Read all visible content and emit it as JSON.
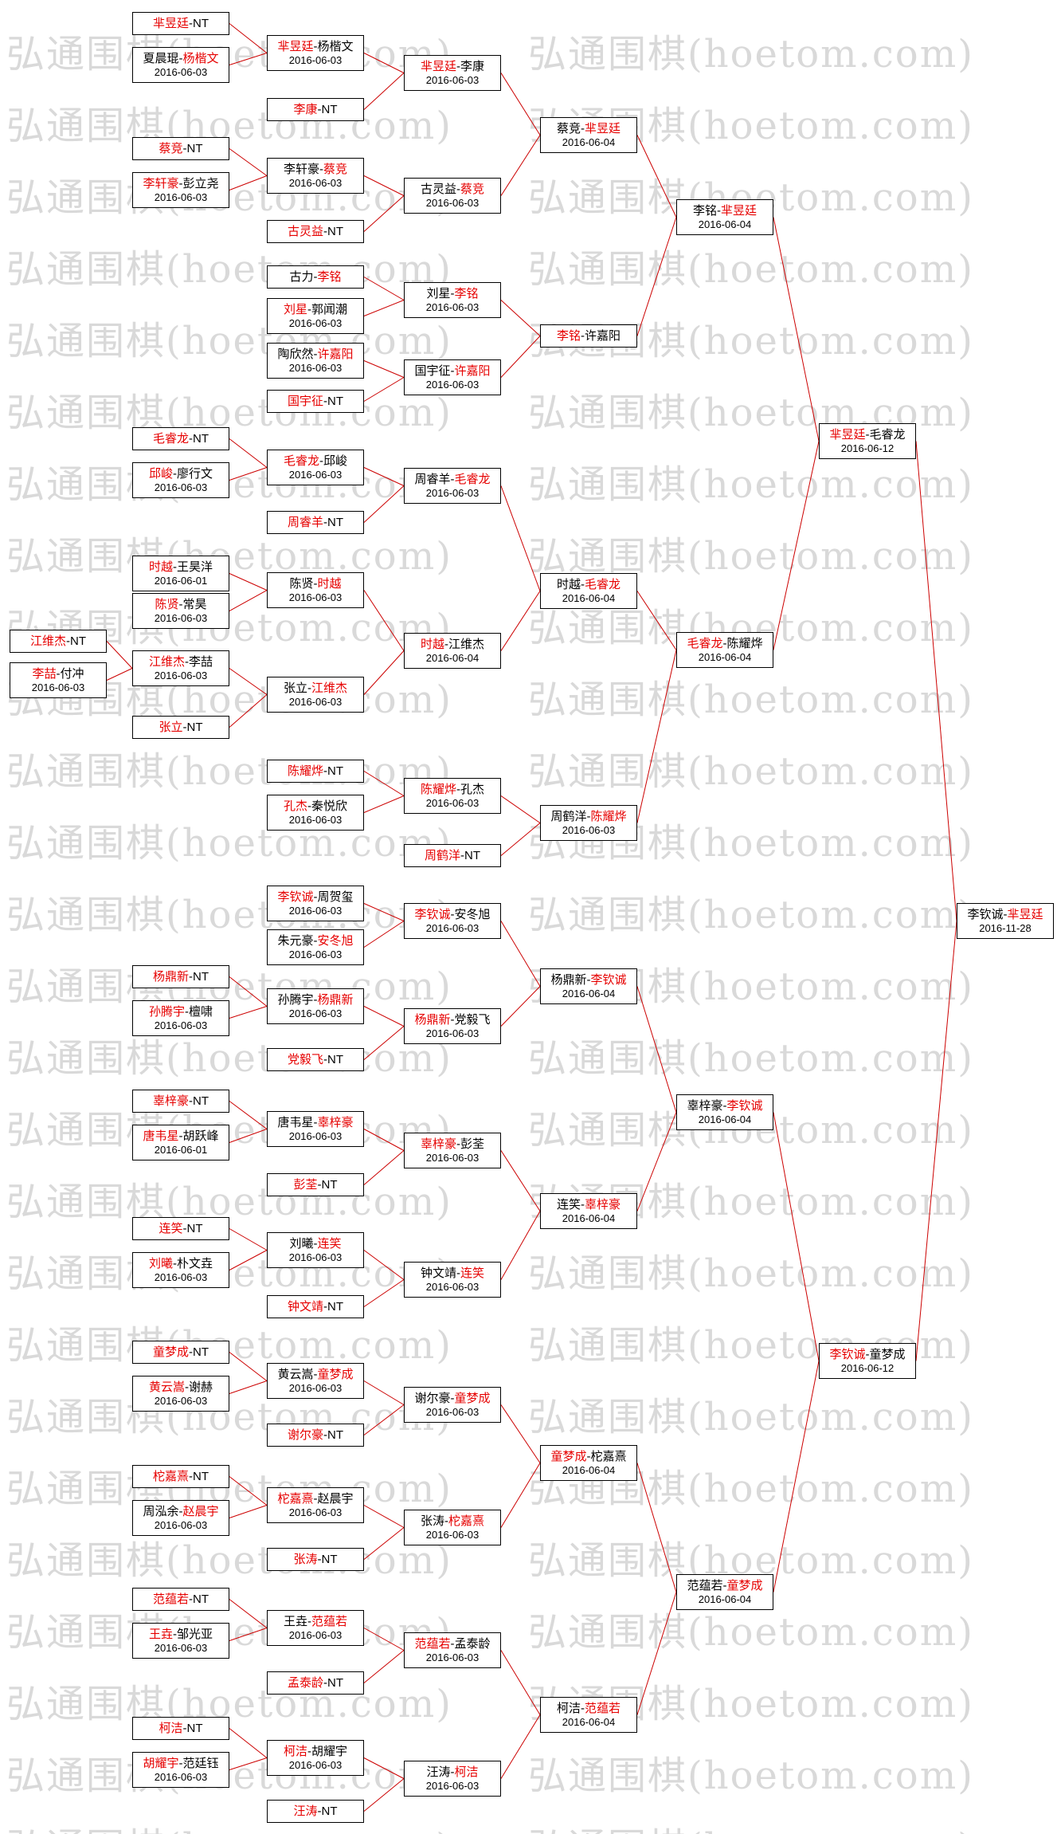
{
  "watermark": {
    "text": "弘通围棋(hoetom.com)"
  },
  "colors": {
    "winner_name": "#e60000",
    "loser_name": "#000000",
    "connector_line": "#cc0000",
    "box_border": "#000000",
    "watermark": "#d9d9d9",
    "background": "#ffffff"
  },
  "bracket": {
    "name_separator": "-",
    "bye_label": "NT",
    "matches": [
      {
        "id": "a1",
        "p1": "江维杰",
        "p2": "NT",
        "date": "",
        "winner": 1
      },
      {
        "id": "a2",
        "p1": "李喆",
        "p2": "付冲",
        "date": "2016-06-03",
        "winner": 1
      },
      {
        "id": "b1",
        "p1": "芈昱廷",
        "p2": "NT",
        "date": "",
        "winner": 1
      },
      {
        "id": "b2",
        "p1": "夏晨琨",
        "p2": "杨楷文",
        "date": "2016-06-03",
        "winner": 2
      },
      {
        "id": "b3",
        "p1": "蔡竞",
        "p2": "NT",
        "date": "",
        "winner": 1
      },
      {
        "id": "b4",
        "p1": "李轩豪",
        "p2": "彭立尧",
        "date": "2016-06-03",
        "winner": 1
      },
      {
        "id": "b5",
        "p1": "毛睿龙",
        "p2": "NT",
        "date": "",
        "winner": 1
      },
      {
        "id": "b6",
        "p1": "邱峻",
        "p2": "廖行文",
        "date": "2016-06-03",
        "winner": 1
      },
      {
        "id": "b7",
        "p1": "时越",
        "p2": "王昊洋",
        "date": "2016-06-01",
        "winner": 1
      },
      {
        "id": "b8",
        "p1": "陈贤",
        "p2": "常昊",
        "date": "2016-06-03",
        "winner": 1
      },
      {
        "id": "b9",
        "p1": "江维杰",
        "p2": "李喆",
        "date": "2016-06-03",
        "winner": 1
      },
      {
        "id": "b10",
        "p1": "张立",
        "p2": "NT",
        "date": "",
        "winner": 1
      },
      {
        "id": "b11",
        "p1": "杨鼎新",
        "p2": "NT",
        "date": "",
        "winner": 1
      },
      {
        "id": "b12",
        "p1": "孙腾宇",
        "p2": "檀啸",
        "date": "2016-06-03",
        "winner": 1
      },
      {
        "id": "b13",
        "p1": "辜梓豪",
        "p2": "NT",
        "date": "",
        "winner": 1
      },
      {
        "id": "b14",
        "p1": "唐韦星",
        "p2": "胡跃峰",
        "date": "2016-06-01",
        "winner": 1
      },
      {
        "id": "b15",
        "p1": "连笑",
        "p2": "NT",
        "date": "",
        "winner": 1
      },
      {
        "id": "b16",
        "p1": "刘曦",
        "p2": "朴文垚",
        "date": "2016-06-03",
        "winner": 1
      },
      {
        "id": "b17",
        "p1": "童梦成",
        "p2": "NT",
        "date": "",
        "winner": 1
      },
      {
        "id": "b18",
        "p1": "黄云嵩",
        "p2": "谢赫",
        "date": "2016-06-03",
        "winner": 1
      },
      {
        "id": "b19",
        "p1": "柁嘉熹",
        "p2": "NT",
        "date": "",
        "winner": 1
      },
      {
        "id": "b20",
        "p1": "周泓余",
        "p2": "赵晨宇",
        "date": "2016-06-03",
        "winner": 2
      },
      {
        "id": "b21",
        "p1": "范蕴若",
        "p2": "NT",
        "date": "",
        "winner": 1
      },
      {
        "id": "b22",
        "p1": "王垚",
        "p2": "邹光亚",
        "date": "2016-06-03",
        "winner": 1
      },
      {
        "id": "b23",
        "p1": "柯洁",
        "p2": "NT",
        "date": "",
        "winner": 1
      },
      {
        "id": "b24",
        "p1": "胡耀宇",
        "p2": "范廷钰",
        "date": "2016-06-03",
        "winner": 1
      },
      {
        "id": "c1",
        "p1": "芈昱廷",
        "p2": "杨楷文",
        "date": "2016-06-03",
        "winner": 1
      },
      {
        "id": "c2",
        "p1": "李康",
        "p2": "NT",
        "date": "",
        "winner": 1
      },
      {
        "id": "c3",
        "p1": "李轩豪",
        "p2": "蔡竞",
        "date": "2016-06-03",
        "winner": 2
      },
      {
        "id": "c4",
        "p1": "古灵益",
        "p2": "NT",
        "date": "",
        "winner": 1
      },
      {
        "id": "c5",
        "p1": "古力",
        "p2": "李铭",
        "date": "",
        "winner": 2
      },
      {
        "id": "c6",
        "p1": "刘星",
        "p2": "郭闻潮",
        "date": "2016-06-03",
        "winner": 1
      },
      {
        "id": "c7",
        "p1": "陶欣然",
        "p2": "许嘉阳",
        "date": "2016-06-03",
        "winner": 2
      },
      {
        "id": "c8",
        "p1": "国宇征",
        "p2": "NT",
        "date": "",
        "winner": 1
      },
      {
        "id": "c9",
        "p1": "毛睿龙",
        "p2": "邱峻",
        "date": "2016-06-03",
        "winner": 1
      },
      {
        "id": "c10",
        "p1": "周睿羊",
        "p2": "NT",
        "date": "",
        "winner": 1
      },
      {
        "id": "c11",
        "p1": "陈贤",
        "p2": "时越",
        "date": "2016-06-03",
        "winner": 2
      },
      {
        "id": "c12",
        "p1": "张立",
        "p2": "江维杰",
        "date": "2016-06-03",
        "winner": 2
      },
      {
        "id": "c13",
        "p1": "陈耀烨",
        "p2": "NT",
        "date": "",
        "winner": 1
      },
      {
        "id": "c14",
        "p1": "孔杰",
        "p2": "秦悦欣",
        "date": "2016-06-03",
        "winner": 1
      },
      {
        "id": "c15",
        "p1": "李钦诚",
        "p2": "周贺玺",
        "date": "2016-06-03",
        "winner": 1
      },
      {
        "id": "c16",
        "p1": "朱元豪",
        "p2": "安冬旭",
        "date": "2016-06-03",
        "winner": 2
      },
      {
        "id": "c17",
        "p1": "孙腾宇",
        "p2": "杨鼎新",
        "date": "2016-06-03",
        "winner": 2
      },
      {
        "id": "c18",
        "p1": "党毅飞",
        "p2": "NT",
        "date": "",
        "winner": 1
      },
      {
        "id": "c19",
        "p1": "唐韦星",
        "p2": "辜梓豪",
        "date": "2016-06-03",
        "winner": 2
      },
      {
        "id": "c20",
        "p1": "彭荃",
        "p2": "NT",
        "date": "",
        "winner": 1
      },
      {
        "id": "c21",
        "p1": "刘曦",
        "p2": "连笑",
        "date": "2016-06-03",
        "winner": 2
      },
      {
        "id": "c22",
        "p1": "钟文靖",
        "p2": "NT",
        "date": "",
        "winner": 1
      },
      {
        "id": "c23",
        "p1": "黄云嵩",
        "p2": "童梦成",
        "date": "2016-06-03",
        "winner": 2
      },
      {
        "id": "c24",
        "p1": "谢尔豪",
        "p2": "NT",
        "date": "",
        "winner": 1
      },
      {
        "id": "c25",
        "p1": "柁嘉熹",
        "p2": "赵晨宇",
        "date": "2016-06-03",
        "winner": 1
      },
      {
        "id": "c26",
        "p1": "张涛",
        "p2": "NT",
        "date": "",
        "winner": 1
      },
      {
        "id": "c27",
        "p1": "王垚",
        "p2": "范蕴若",
        "date": "2016-06-03",
        "winner": 2
      },
      {
        "id": "c28",
        "p1": "孟泰龄",
        "p2": "NT",
        "date": "",
        "winner": 1
      },
      {
        "id": "c29",
        "p1": "柯洁",
        "p2": "胡耀宇",
        "date": "2016-06-03",
        "winner": 1
      },
      {
        "id": "c30",
        "p1": "汪涛",
        "p2": "NT",
        "date": "",
        "winner": 1
      },
      {
        "id": "d1",
        "p1": "芈昱廷",
        "p2": "李康",
        "date": "2016-06-03",
        "winner": 1
      },
      {
        "id": "d2",
        "p1": "古灵益",
        "p2": "蔡竞",
        "date": "2016-06-03",
        "winner": 2
      },
      {
        "id": "d3",
        "p1": "刘星",
        "p2": "李铭",
        "date": "2016-06-03",
        "winner": 2
      },
      {
        "id": "d4",
        "p1": "国宇征",
        "p2": "许嘉阳",
        "date": "2016-06-03",
        "winner": 2
      },
      {
        "id": "d5",
        "p1": "周睿羊",
        "p2": "毛睿龙",
        "date": "2016-06-03",
        "winner": 2
      },
      {
        "id": "d6",
        "p1": "时越",
        "p2": "江维杰",
        "date": "2016-06-04",
        "winner": 1
      },
      {
        "id": "d7",
        "p1": "陈耀烨",
        "p2": "孔杰",
        "date": "2016-06-03",
        "winner": 1
      },
      {
        "id": "d8",
        "p1": "周鹤洋",
        "p2": "NT",
        "date": "",
        "winner": 1
      },
      {
        "id": "d9",
        "p1": "李钦诚",
        "p2": "安冬旭",
        "date": "2016-06-03",
        "winner": 1
      },
      {
        "id": "d10",
        "p1": "杨鼎新",
        "p2": "党毅飞",
        "date": "2016-06-03",
        "winner": 1
      },
      {
        "id": "d11",
        "p1": "辜梓豪",
        "p2": "彭荃",
        "date": "2016-06-03",
        "winner": 1
      },
      {
        "id": "d12",
        "p1": "钟文靖",
        "p2": "连笑",
        "date": "2016-06-03",
        "winner": 2
      },
      {
        "id": "d13",
        "p1": "谢尔豪",
        "p2": "童梦成",
        "date": "2016-06-03",
        "winner": 2
      },
      {
        "id": "d14",
        "p1": "张涛",
        "p2": "柁嘉熹",
        "date": "2016-06-03",
        "winner": 2
      },
      {
        "id": "d15",
        "p1": "范蕴若",
        "p2": "孟泰龄",
        "date": "2016-06-03",
        "winner": 1
      },
      {
        "id": "d16",
        "p1": "汪涛",
        "p2": "柯洁",
        "date": "2016-06-03",
        "winner": 2
      },
      {
        "id": "e1",
        "p1": "蔡竞",
        "p2": "芈昱廷",
        "date": "2016-06-04",
        "winner": 2
      },
      {
        "id": "e2",
        "p1": "李铭",
        "p2": "许嘉阳",
        "date": "",
        "winner": 1
      },
      {
        "id": "e3",
        "p1": "时越",
        "p2": "毛睿龙",
        "date": "2016-06-04",
        "winner": 2
      },
      {
        "id": "e4",
        "p1": "周鹤洋",
        "p2": "陈耀烨",
        "date": "2016-06-03",
        "winner": 2
      },
      {
        "id": "e5",
        "p1": "杨鼎新",
        "p2": "李钦诚",
        "date": "2016-06-04",
        "winner": 2
      },
      {
        "id": "e6",
        "p1": "连笑",
        "p2": "辜梓豪",
        "date": "2016-06-04",
        "winner": 2
      },
      {
        "id": "e7",
        "p1": "童梦成",
        "p2": "柁嘉熹",
        "date": "2016-06-04",
        "winner": 1
      },
      {
        "id": "e8",
        "p1": "柯洁",
        "p2": "范蕴若",
        "date": "2016-06-04",
        "winner": 2
      },
      {
        "id": "f1",
        "p1": "李铭",
        "p2": "芈昱廷",
        "date": "2016-06-04",
        "winner": 2
      },
      {
        "id": "f2",
        "p1": "毛睿龙",
        "p2": "陈耀烨",
        "date": "2016-06-04",
        "winner": 1
      },
      {
        "id": "f3",
        "p1": "辜梓豪",
        "p2": "李钦诚",
        "date": "2016-06-04",
        "winner": 2
      },
      {
        "id": "f4",
        "p1": "范蕴若",
        "p2": "童梦成",
        "date": "2016-06-04",
        "winner": 2
      },
      {
        "id": "g1",
        "p1": "芈昱廷",
        "p2": "毛睿龙",
        "date": "2016-06-12",
        "winner": 1
      },
      {
        "id": "g2",
        "p1": "李钦诚",
        "p2": "童梦成",
        "date": "2016-06-12",
        "winner": 1
      },
      {
        "id": "h1",
        "p1": "李钦诚",
        "p2": "芈昱廷",
        "date": "2016-11-28",
        "winner": 2
      }
    ],
    "connections": [
      [
        "b1",
        "c1"
      ],
      [
        "b2",
        "c1"
      ],
      [
        "c1",
        "d1"
      ],
      [
        "c2",
        "d1"
      ],
      [
        "b3",
        "c3"
      ],
      [
        "b4",
        "c3"
      ],
      [
        "c3",
        "d2"
      ],
      [
        "c4",
        "d2"
      ],
      [
        "d1",
        "e1"
      ],
      [
        "d2",
        "e1"
      ],
      [
        "c5",
        "d3"
      ],
      [
        "c6",
        "d3"
      ],
      [
        "c7",
        "d4"
      ],
      [
        "c8",
        "d4"
      ],
      [
        "d3",
        "e2"
      ],
      [
        "d4",
        "e2"
      ],
      [
        "e1",
        "f1"
      ],
      [
        "e2",
        "f1"
      ],
      [
        "b5",
        "c9"
      ],
      [
        "b6",
        "c9"
      ],
      [
        "c9",
        "d5"
      ],
      [
        "c10",
        "d5"
      ],
      [
        "b7",
        "c11"
      ],
      [
        "b8",
        "c11"
      ],
      [
        "a1",
        "b9"
      ],
      [
        "a2",
        "b9"
      ],
      [
        "b9",
        "c12"
      ],
      [
        "b10",
        "c12"
      ],
      [
        "c11",
        "d6"
      ],
      [
        "c12",
        "d6"
      ],
      [
        "d5",
        "e3"
      ],
      [
        "d6",
        "e3"
      ],
      [
        "c13",
        "d7"
      ],
      [
        "c14",
        "d7"
      ],
      [
        "d7",
        "e4"
      ],
      [
        "d8",
        "e4"
      ],
      [
        "e3",
        "f2"
      ],
      [
        "e4",
        "f2"
      ],
      [
        "f1",
        "g1"
      ],
      [
        "f2",
        "g1"
      ],
      [
        "c15",
        "d9"
      ],
      [
        "c16",
        "d9"
      ],
      [
        "b11",
        "c17"
      ],
      [
        "b12",
        "c17"
      ],
      [
        "c17",
        "d10"
      ],
      [
        "c18",
        "d10"
      ],
      [
        "d9",
        "e5"
      ],
      [
        "d10",
        "e5"
      ],
      [
        "b13",
        "c19"
      ],
      [
        "b14",
        "c19"
      ],
      [
        "c19",
        "d11"
      ],
      [
        "c20",
        "d11"
      ],
      [
        "b15",
        "c21"
      ],
      [
        "b16",
        "c21"
      ],
      [
        "c21",
        "d12"
      ],
      [
        "c22",
        "d12"
      ],
      [
        "d11",
        "e6"
      ],
      [
        "d12",
        "e6"
      ],
      [
        "e5",
        "f3"
      ],
      [
        "e6",
        "f3"
      ],
      [
        "b17",
        "c23"
      ],
      [
        "b18",
        "c23"
      ],
      [
        "c23",
        "d13"
      ],
      [
        "c24",
        "d13"
      ],
      [
        "b19",
        "c25"
      ],
      [
        "b20",
        "c25"
      ],
      [
        "c25",
        "d14"
      ],
      [
        "c26",
        "d14"
      ],
      [
        "d13",
        "e7"
      ],
      [
        "d14",
        "e7"
      ],
      [
        "b21",
        "c27"
      ],
      [
        "b22",
        "c27"
      ],
      [
        "c27",
        "d15"
      ],
      [
        "c28",
        "d15"
      ],
      [
        "b23",
        "c29"
      ],
      [
        "b24",
        "c29"
      ],
      [
        "c29",
        "d16"
      ],
      [
        "c30",
        "d16"
      ],
      [
        "d15",
        "e8"
      ],
      [
        "d16",
        "e8"
      ],
      [
        "e7",
        "f4"
      ],
      [
        "e8",
        "f4"
      ],
      [
        "f3",
        "g2"
      ],
      [
        "f4",
        "g2"
      ],
      [
        "g1",
        "h1"
      ],
      [
        "g2",
        "h1"
      ]
    ]
  }
}
